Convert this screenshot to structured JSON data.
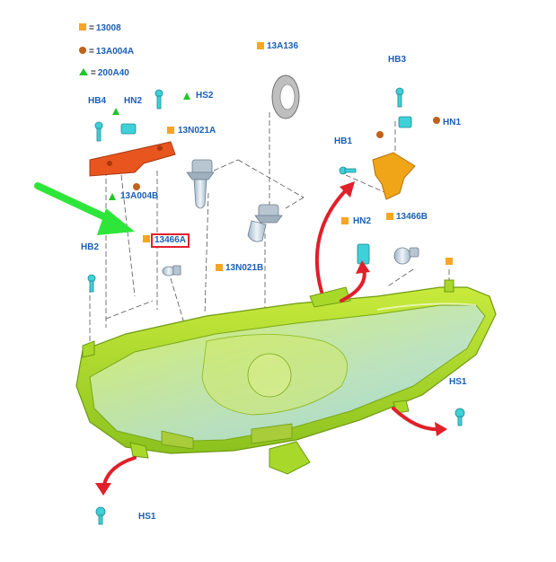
{
  "colors": {
    "label": "#1a5fb4",
    "square_marker": "#f5a623",
    "dot_marker": "#c0621c",
    "triangle_marker": "#22c42a",
    "headlamp_body": "#a8d82a",
    "lens": "#b9e6ea",
    "bracket": "#e8551f",
    "clip": "#3fd0d8",
    "arrow_red": "#e0202a",
    "arrow_green": "#2ee63a",
    "highlight_box": "#e0202a"
  },
  "legend": [
    {
      "marker": "square",
      "part": "13008"
    },
    {
      "marker": "dot",
      "part": "13A004A"
    },
    {
      "marker": "triangle",
      "part": "200A40"
    }
  ],
  "legend_eq": "=",
  "labels": {
    "hb4": "HB4",
    "hn2_left": "HN2",
    "hs2": "HS2",
    "part_13a004b": "13A004B",
    "part_13n021a": "13N021A",
    "part_13a136": "13A136",
    "hb3": "HB3",
    "hn1": "HN1",
    "hb1": "HB1",
    "hn2_right": "HN2",
    "part_13466b": "13466B",
    "part_13466a": "13466A",
    "hb2": "HB2",
    "part_13n021b": "13N021B",
    "hs1_right": "HS1",
    "hs1_bottom": "HS1"
  },
  "highlighted_part": "13466A",
  "icons": [
    "bolt-icon",
    "clip-nut-icon",
    "headlamp-bulb-icon",
    "side-marker-bulb-icon",
    "dust-cover-icon",
    "bracket-icon",
    "headlamp-assembly-icon",
    "red-arrow-icon",
    "green-pointer-arrow-icon"
  ]
}
